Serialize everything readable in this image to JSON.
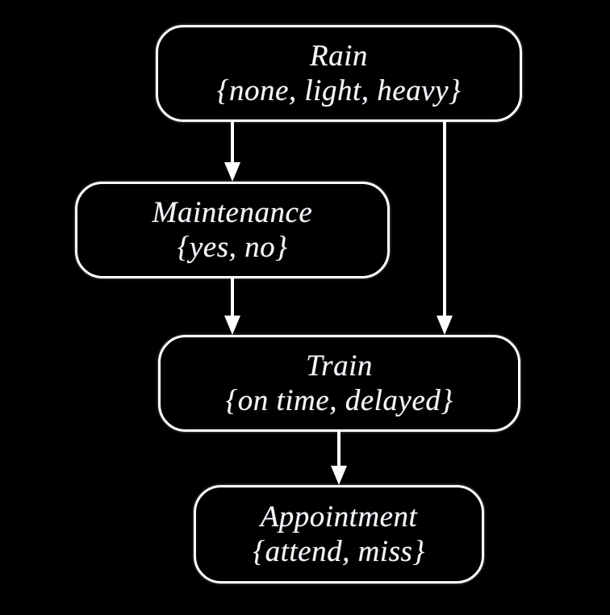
{
  "diagram": {
    "type": "bayesian-network",
    "background_color": "#000000",
    "node_border_color": "#ffffff",
    "text_color": "#f7f7f7",
    "edge_color": "#ffffff",
    "nodes": [
      {
        "id": "rain",
        "title": "Rain",
        "states": "{none, light, heavy}",
        "state_list": [
          "none",
          "light",
          "heavy"
        ]
      },
      {
        "id": "maintenance",
        "title": "Maintenance",
        "states": "{yes, no}",
        "state_list": [
          "yes",
          "no"
        ]
      },
      {
        "id": "train",
        "title": "Train",
        "states": "{on time, delayed}",
        "state_list": [
          "on time",
          "delayed"
        ]
      },
      {
        "id": "appointment",
        "title": "Appointment",
        "states": "{attend, miss}",
        "state_list": [
          "attend",
          "miss"
        ]
      }
    ],
    "edges": [
      {
        "id": "rain-maintenance",
        "from": "Rain",
        "to": "Maintenance",
        "arrow": "down"
      },
      {
        "id": "rain-train",
        "from": "Rain",
        "to": "Train",
        "arrow": "down"
      },
      {
        "id": "maintenance-train",
        "from": "Maintenance",
        "to": "Train",
        "arrow": "down"
      },
      {
        "id": "train-appointment",
        "from": "Train",
        "to": "Appointment",
        "arrow": "down"
      }
    ]
  }
}
